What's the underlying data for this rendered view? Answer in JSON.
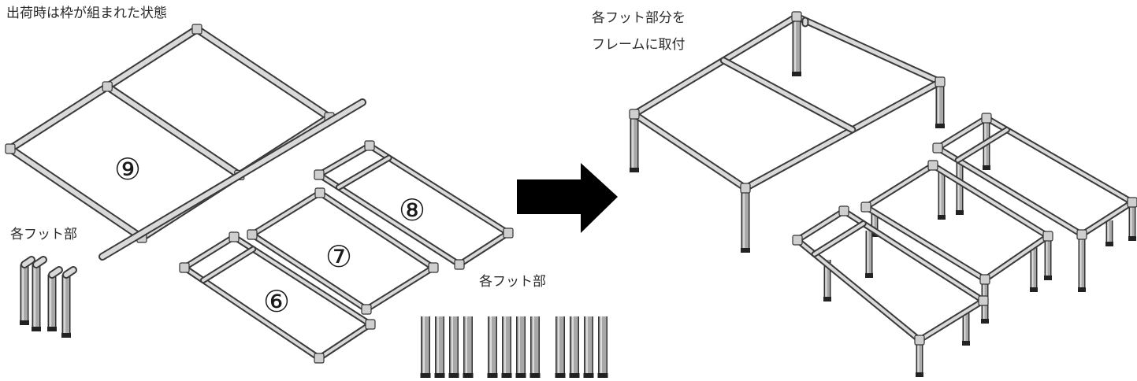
{
  "labels": {
    "shipping_note": "出荷時は枠が組まれた状態",
    "feet_left": "各フット部",
    "feet_middle": "各フット部",
    "attach_line1": "各フット部分を",
    "attach_line2": "フレームに取付"
  },
  "parts": {
    "n9": "⑨",
    "n8": "⑧",
    "n7": "⑦",
    "n6": "⑥"
  },
  "arrow": {
    "color": "#000000",
    "direction": "right"
  }
}
